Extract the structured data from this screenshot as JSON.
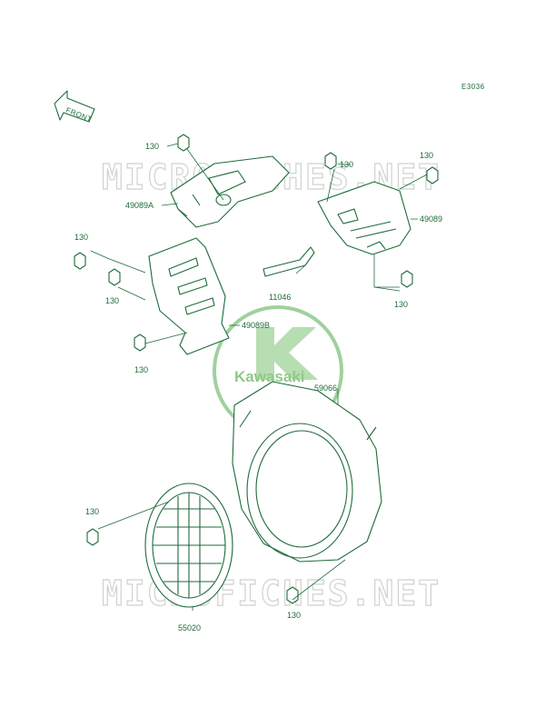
{
  "diagram_code": "E3036",
  "front_label": "FRONT",
  "watermark_top": "MICROFICHES.NET",
  "watermark_bottom": "MICROFICHES.NET",
  "logo_text": "Kawasaki",
  "callouts": {
    "bolt_1": "130",
    "bolt_2": "130",
    "bolt_3": "130",
    "bolt_4": "130",
    "bolt_5": "130",
    "bolt_6": "130",
    "bolt_7": "130",
    "bolt_8": "130",
    "bolt_9": "130",
    "cover_left": "49089A",
    "cover_right": "49089",
    "cover_mid": "49089B",
    "bracket": "11046",
    "fan_housing": "59066",
    "screen": "55020"
  },
  "colors": {
    "line": "#1e6b3a",
    "watermark": "#cfd3cf",
    "logo": "#9ed19e"
  }
}
